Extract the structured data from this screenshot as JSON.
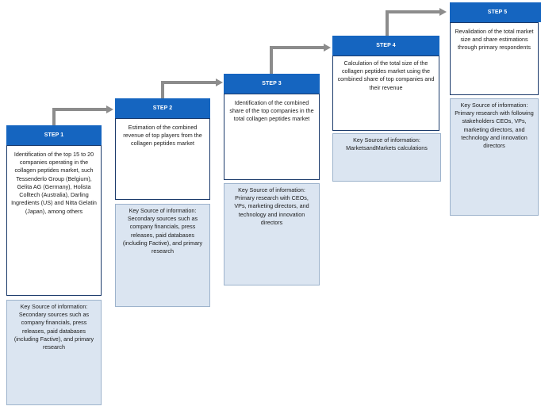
{
  "colors": {
    "header": "#1565c0",
    "source_bg": "#dbe5f1",
    "arrow": "#8c8c8c",
    "border": "#1b3a6b"
  },
  "steps": [
    {
      "label": "STEP 1",
      "description": "Identification of the top 15 to 20 companies operating in the collagen peptides market, such Tessenderlo Group (Belgium), Gelita AG (Germany), Holista Colltech (Australia), Darling Ingredients (US) and Nitta Gelatin (Japan), among others",
      "source_title": "Key Source of information:",
      "source_text": "Secondary sources such as company financials, press releases, paid databases (including Factive), and primary research"
    },
    {
      "label": "STEP 2",
      "description": "Estimation of the combined revenue of top players from the collagen peptides market",
      "source_title": "Key Source of information:",
      "source_text": "Secondary sources such as company financials, press releases, paid databases (including Factive), and primary research"
    },
    {
      "label": "STEP 3",
      "description": "Identification of the combined share of the top companies in the total collagen peptides market",
      "source_title": "Key Source of information:",
      "source_text": "Primary research with CEOs, VPs, marketing directors, and technology and innovation directors"
    },
    {
      "label": "STEP 4",
      "description": "Calculation of the total size of the collagen peptides market using the combined share of top companies and their revenue",
      "source_title": "Key Source of information:",
      "source_text": "MarketsandMarkets calculations"
    },
    {
      "label": "STEP 5",
      "description": "Revalidation of the total market size and share estimations through primary respondents",
      "source_title": "Key Source of information:",
      "source_text": "Primary research with following stakeholders CEOs, VPs, marketing directors, and technology and innovation directors"
    }
  ]
}
